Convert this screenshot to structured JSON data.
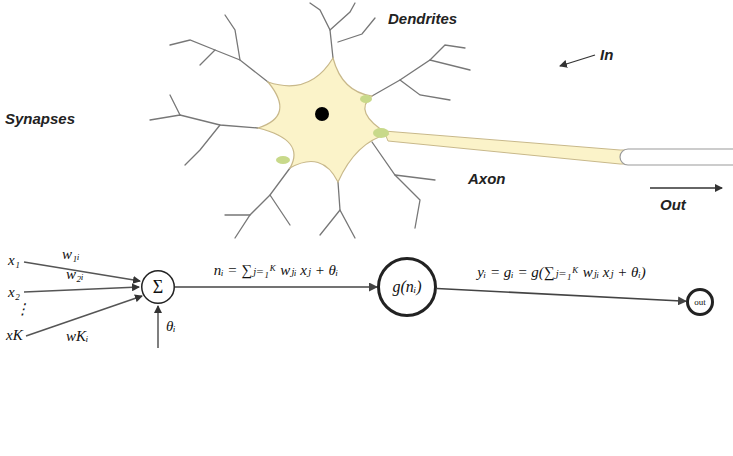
{
  "diagram": {
    "nodes": [
      {
        "text": [
          "Σ"
        ]
      },
      {
        "text": [
          "g(nᵢ)"
        ]
      },
      {
        "text": [
          "out"
        ]
      }
    ],
    "edges": [
      {
        "from": 0,
        "to": 1,
        "arrow": "to",
        "label": "nᵢ = ∑ⱼ₌₁ᴷ wⱼᵢ xⱼ + θᵢ"
      },
      {
        "from": 1,
        "to": 2,
        "arrow": "to",
        "label": "yᵢ = gᵢ = g(∑ⱼ₌₁ᴷ wⱼᵢ xⱼ + θᵢ)"
      }
    ],
    "labels": [
      "Dendrites",
      "In",
      "Synapses",
      "Axon",
      "Out",
      "x₁",
      "w₁ᵢ",
      "x₂",
      "w₂ᵢ",
      "⋮",
      "xK",
      "wKᵢ",
      "θᵢ"
    ]
  }
}
